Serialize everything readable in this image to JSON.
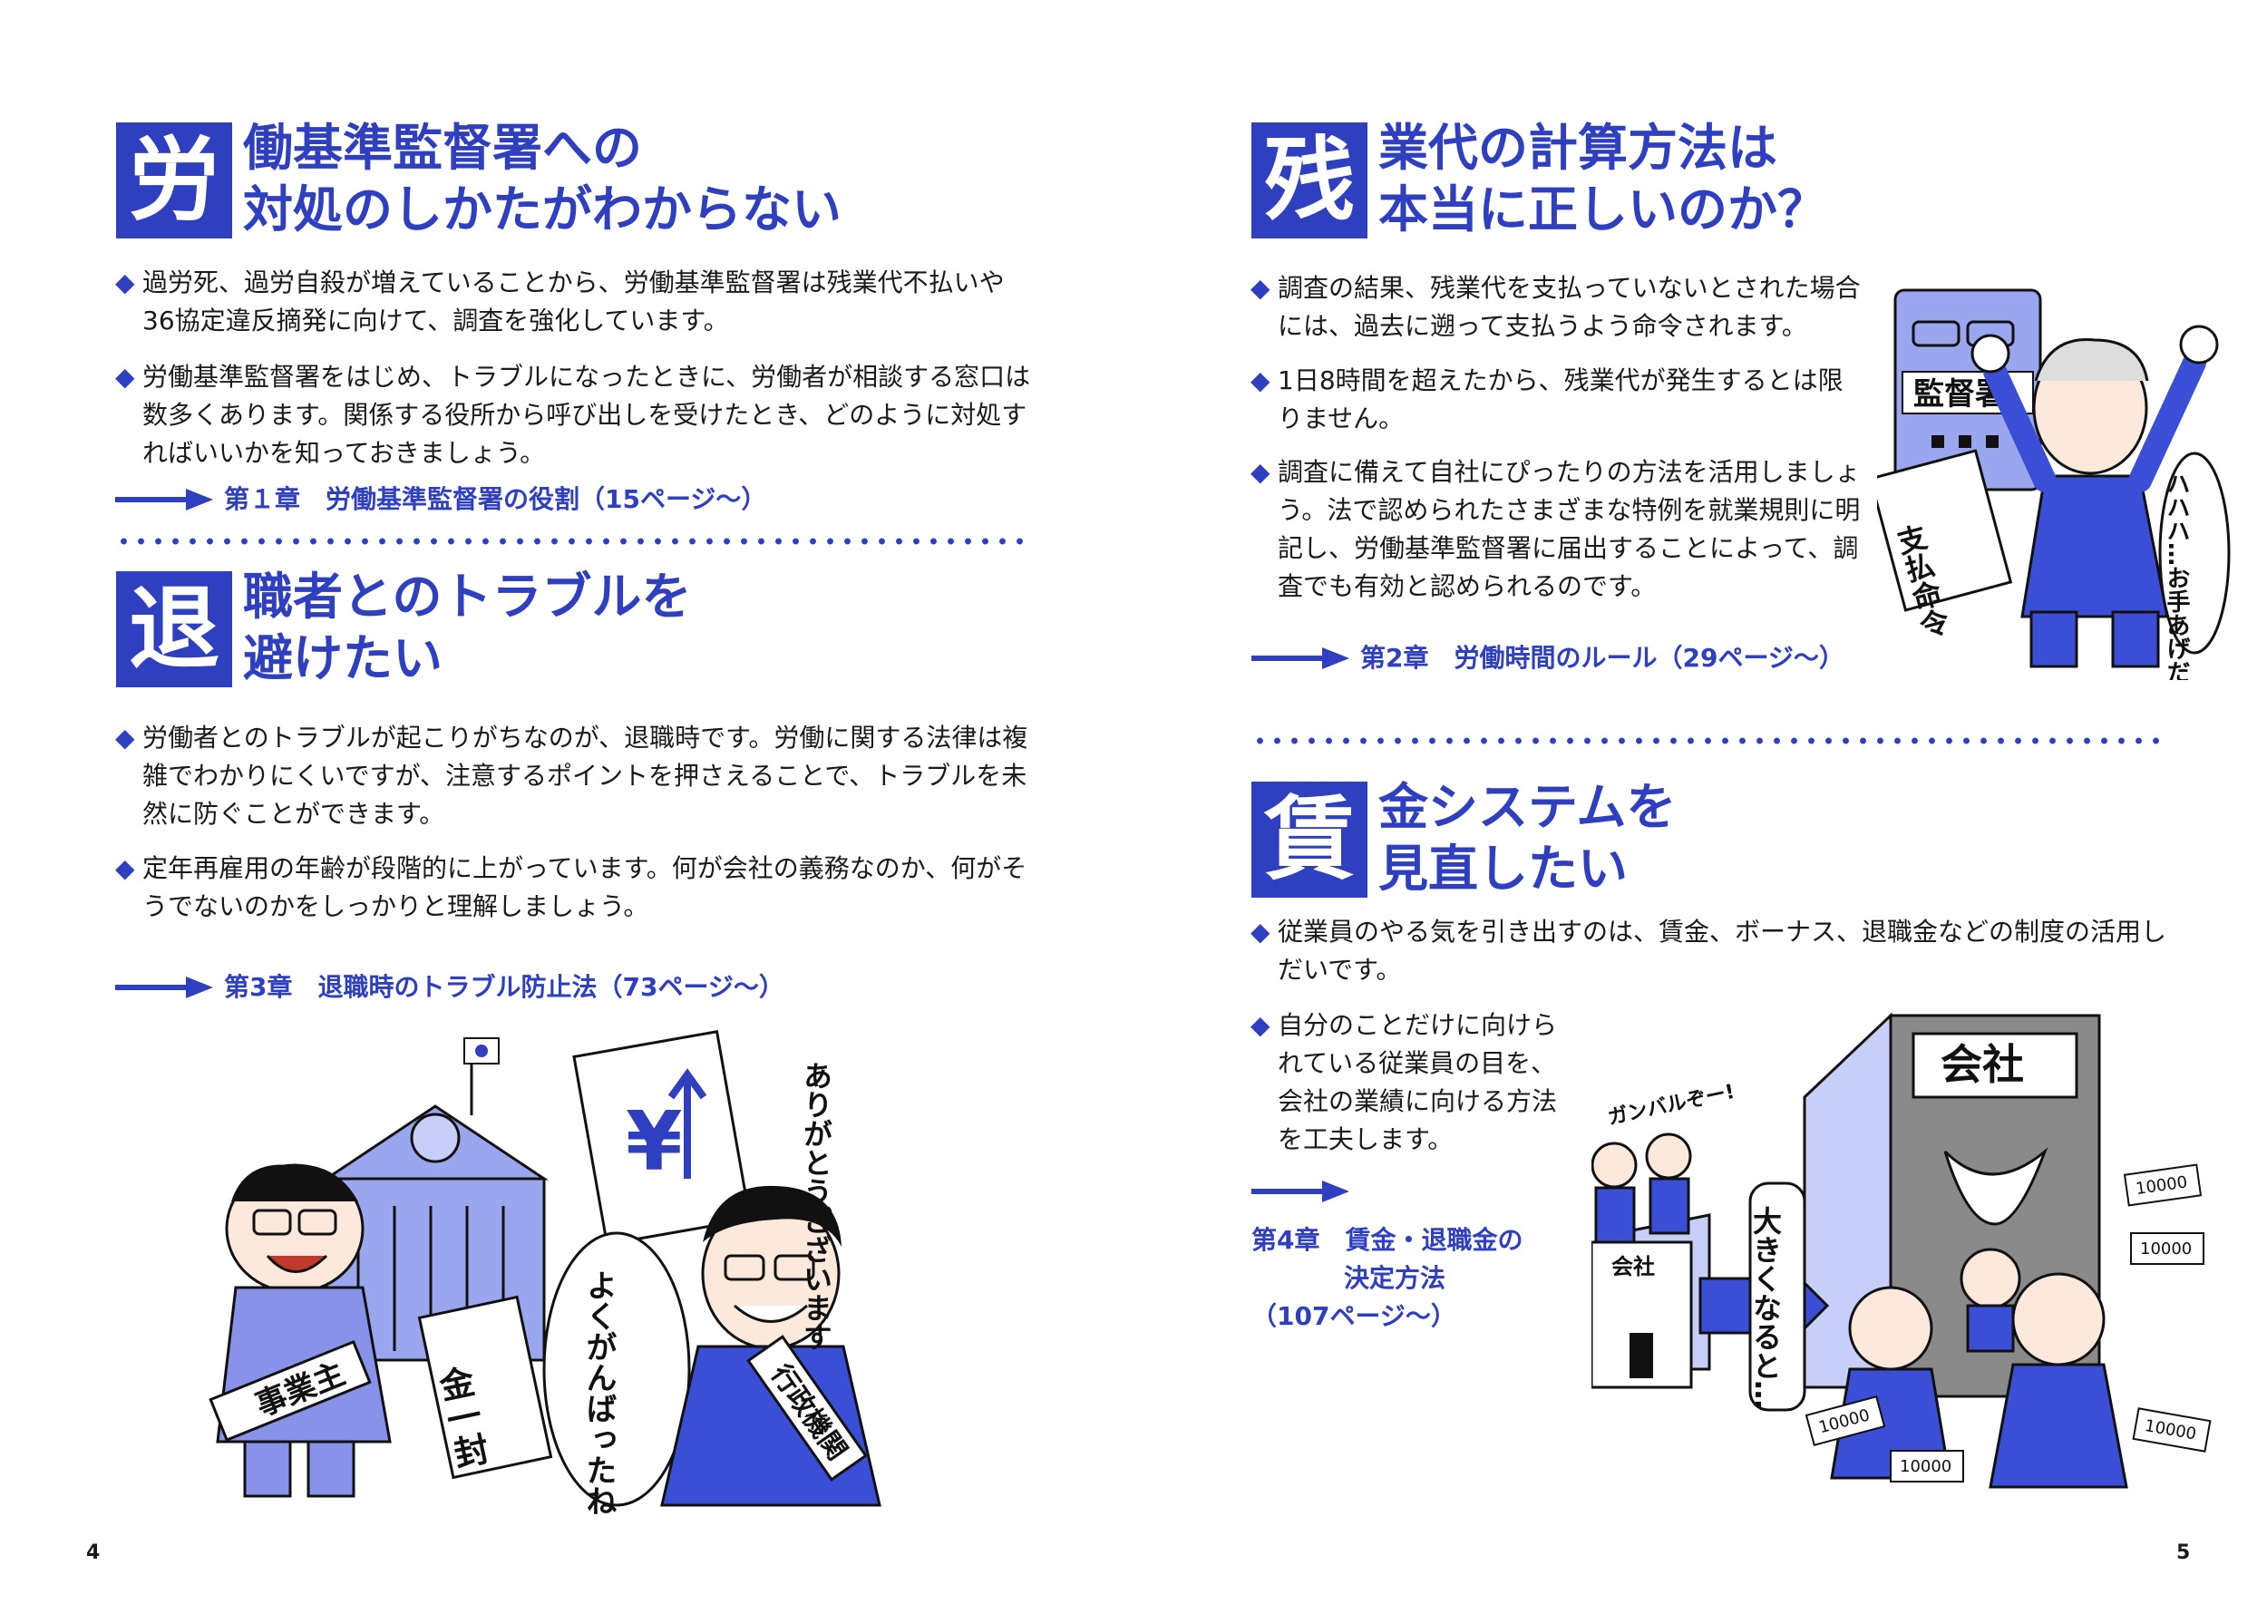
{
  "colors": {
    "accent": "#2e3fbf",
    "text": "#1a1a1a",
    "illustration_blue": "#3b4fd6",
    "illustration_light": "#9aa6ee"
  },
  "left": {
    "page_number": "4",
    "sec1": {
      "kanji": "労",
      "title_line1": "働基準監督署への",
      "title_line2": "対処のしかたがわからない",
      "bullets": [
        "過労死、過労自殺が増えていることから、労働基準監督署は残業代不払いや36協定違反摘発に向けて、調査を強化しています。",
        "労働基準監督署をはじめ、トラブルになったときに、労働者が相談する窓口は数多くあります。関係する役所から呼び出しを受けたとき、どのように対処すればいいかを知っておきましょう。"
      ],
      "link": "第１章　労働基準監督署の役割（15ページ〜）"
    },
    "sec2": {
      "kanji": "退",
      "title_line1": "職者とのトラブルを",
      "title_line2": "避けたい",
      "bullets": [
        "労働者とのトラブルが起こりがちなのが、退職時です。労働に関する法律は複雑でわかりにくいですが、注意するポイントを押さえることで、トラブルを未然に防ぐことができます。",
        "定年再雇用の年齢が段階的に上がっています。何が会社の義務なのか、何がそうでないのかをしっかりと理解しましょう。"
      ],
      "link": "第3章　退職時のトラブル防止法（73ページ〜）"
    },
    "illustration": {
      "speech_thanks": "ありがとうございます",
      "speech_praise": "よくがんばったね!!",
      "envelope": "金一封",
      "sash_owner": "事業主",
      "sash_official": "行政機関",
      "yen": "¥"
    }
  },
  "right": {
    "page_number": "5",
    "sec3": {
      "kanji": "残",
      "title_line1": "業代の計算方法は",
      "title_line2": "本当に正しいのか？",
      "bullets": [
        "調査の結果、残業代を支払っていないとされた場合には、過去に遡って支払うよう命令されます。",
        "1日8時間を超えたから、残業代が発生するとは限りません。",
        "調査に備えて自社にぴったりの方法を活用しましょう。法で認められたさまざまな特例を就業規則に明記し、労働基準監督署に届出することによって、調査でも有効と認められるのです。"
      ],
      "link": "第2章　労働時間のルール（29ページ〜）"
    },
    "sec4": {
      "kanji": "賃",
      "title_line1": "金システムを",
      "title_line2": "見直したい",
      "bullets": [
        "従業員のやる気を引き出すのは、賃金、ボーナス、退職金などの制度の活用しだいです。",
        "自分のことだけに向けられている従業員の目を、会社の業績に向ける方法を工夫します。"
      ],
      "link_line1": "第4章　賃金・退職金の",
      "link_line2": "決定方法",
      "link_line3": "（107ページ〜）"
    },
    "illustration_audit": {
      "building_label": "監督署",
      "document": "支払命令",
      "speech": "ハハハ…お手あげだ〜"
    },
    "illustration_company": {
      "big_sign": "会社",
      "small_sign": "会社",
      "arrow_text": "大きくなると…",
      "cheer": "ガンバルぞー!",
      "banknote": "10000"
    }
  }
}
